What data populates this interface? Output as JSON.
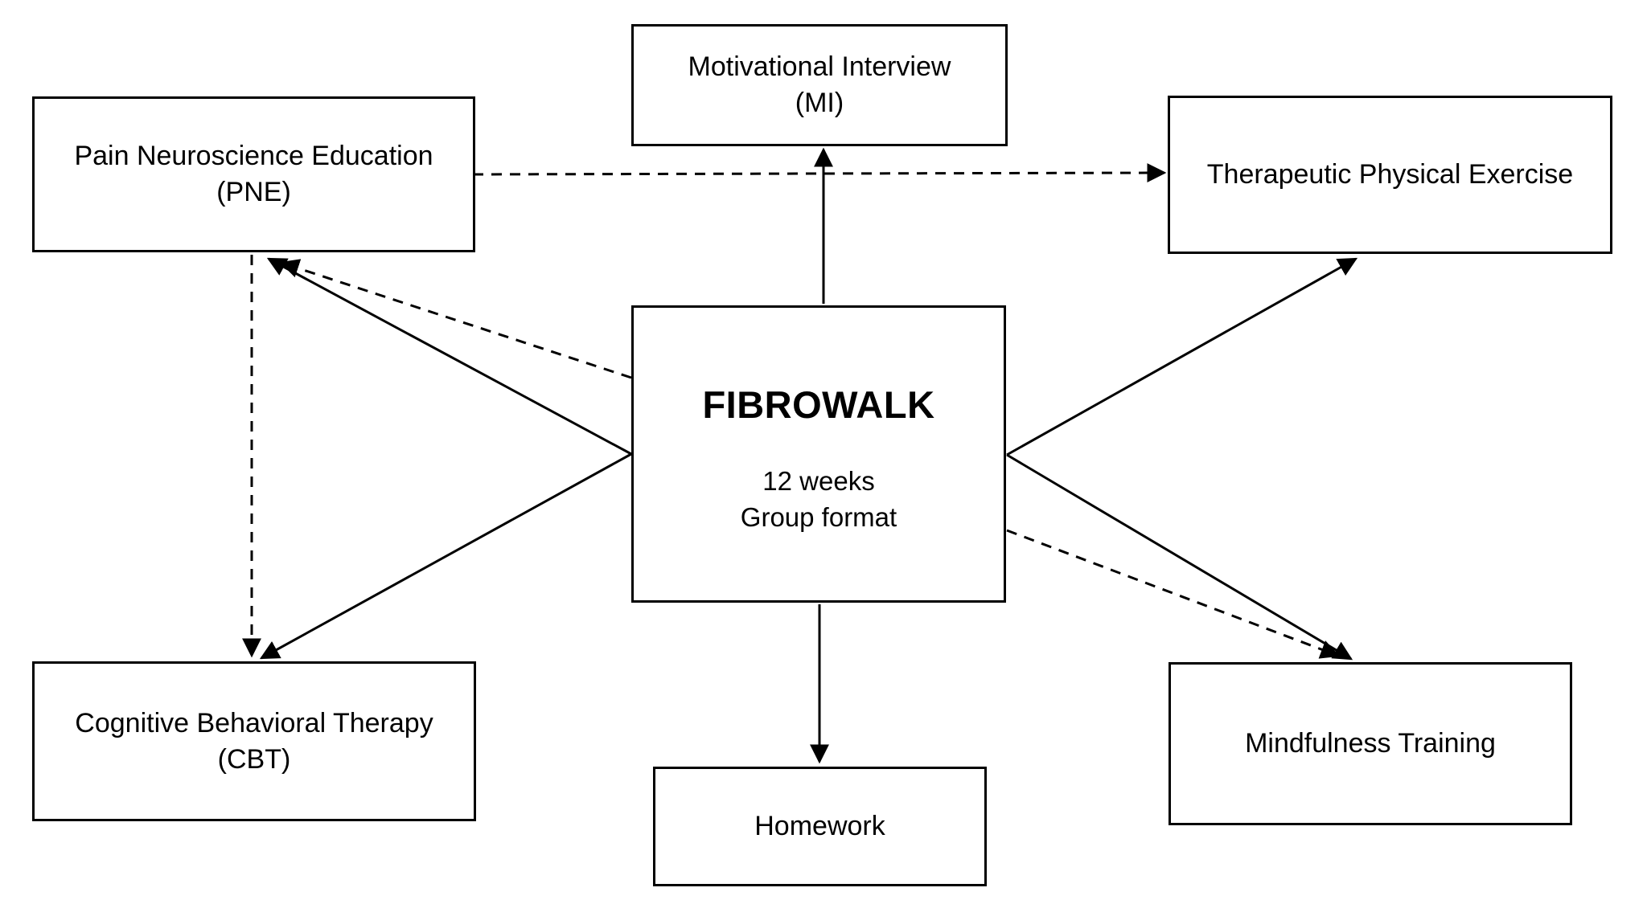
{
  "diagram": {
    "center": {
      "title": "FIBROWALK",
      "details": [
        "12 weeks",
        "Group format"
      ]
    },
    "nodes": {
      "mi": {
        "line1": "Motivational Interview",
        "line2": "(MI)"
      },
      "pne": {
        "line1": "Pain Neuroscience Education",
        "line2": "(PNE)"
      },
      "tpe": {
        "line1": "Therapeutic Physical Exercise"
      },
      "cbt": {
        "line1": "Cognitive Behavioral Therapy",
        "line2": "(CBT)"
      },
      "mindfulness": {
        "line1": "Mindfulness Training"
      },
      "homework": {
        "line1": "Homework"
      }
    },
    "edges": [
      {
        "from": "fibrowalk",
        "to": "motivational-interview",
        "style": "solid"
      },
      {
        "from": "fibrowalk",
        "to": "pain-neuroscience-education",
        "style": "solid"
      },
      {
        "from": "fibrowalk",
        "to": "cognitive-behavioral-therapy",
        "style": "solid"
      },
      {
        "from": "fibrowalk",
        "to": "therapeutic-physical-exercise",
        "style": "solid"
      },
      {
        "from": "fibrowalk",
        "to": "mindfulness-training",
        "style": "solid"
      },
      {
        "from": "fibrowalk",
        "to": "homework",
        "style": "solid"
      },
      {
        "from": "fibrowalk",
        "to": "pain-neuroscience-education",
        "style": "dashed"
      },
      {
        "from": "fibrowalk",
        "to": "mindfulness-training",
        "style": "dashed"
      },
      {
        "from": "pain-neuroscience-education",
        "to": "therapeutic-physical-exercise",
        "style": "dashed"
      },
      {
        "from": "pain-neuroscience-education",
        "to": "cognitive-behavioral-therapy",
        "style": "dashed"
      }
    ],
    "colors": {
      "line": "#000000",
      "box_border": "#000000",
      "text": "#000000",
      "background": "#ffffff"
    }
  }
}
